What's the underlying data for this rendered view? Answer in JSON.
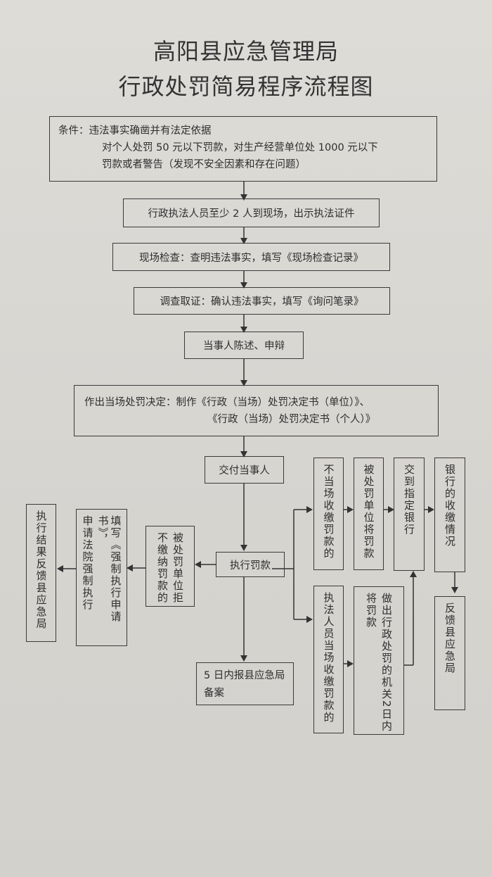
{
  "title": {
    "line1": "高阳县应急管理局",
    "line2": "行政处罚简易程序流程图"
  },
  "flow": {
    "conditions": {
      "line1": "条件：违法事实确凿并有法定依据",
      "line2": "对个人处罚 50 元以下罚款，对生产经营单位处 1000 元以下",
      "line3": "罚款或者警告（发现不安全因素和存在问题）"
    },
    "step_present_id": "行政执法人员至少 2 人到现场，出示执法证件",
    "step_inspection": "现场检查：查明违法事实，填写《现场检查记录》",
    "step_investigation": "调查取证：确认违法事实，填写《询问笔录》",
    "step_statement": "当事人陈述、申辩",
    "decision": {
      "line1": "作出当场处罚决定：制作《行政（当场）处罚决定书（单位）》、",
      "line2": "《行政（当场）处罚决定书（个人）》"
    },
    "deliver": "交付当事人",
    "execute": "执行罚款",
    "report": "5 日内报县应急局备案",
    "refuse": {
      "col1": "被处罚单位拒",
      "col2": "不缴纳罚款的"
    },
    "court": {
      "col1": "填写《强制执行申请书》，",
      "col2": "申请法院强制执行"
    },
    "feedback_left": "执行结果反馈县应急局",
    "not_on_site": "不当场收缴罚款的",
    "unit_pay": "被处罚单位将罚款",
    "to_bank": "交到指定银行",
    "bank_status": "银行的收缴情况",
    "feedback_right": "反馈县应急局",
    "on_site": "执法人员当场收缴罚款的",
    "organ": {
      "col1": "做出行政处罚的机关2日内",
      "col2": "将罚款"
    }
  }
}
